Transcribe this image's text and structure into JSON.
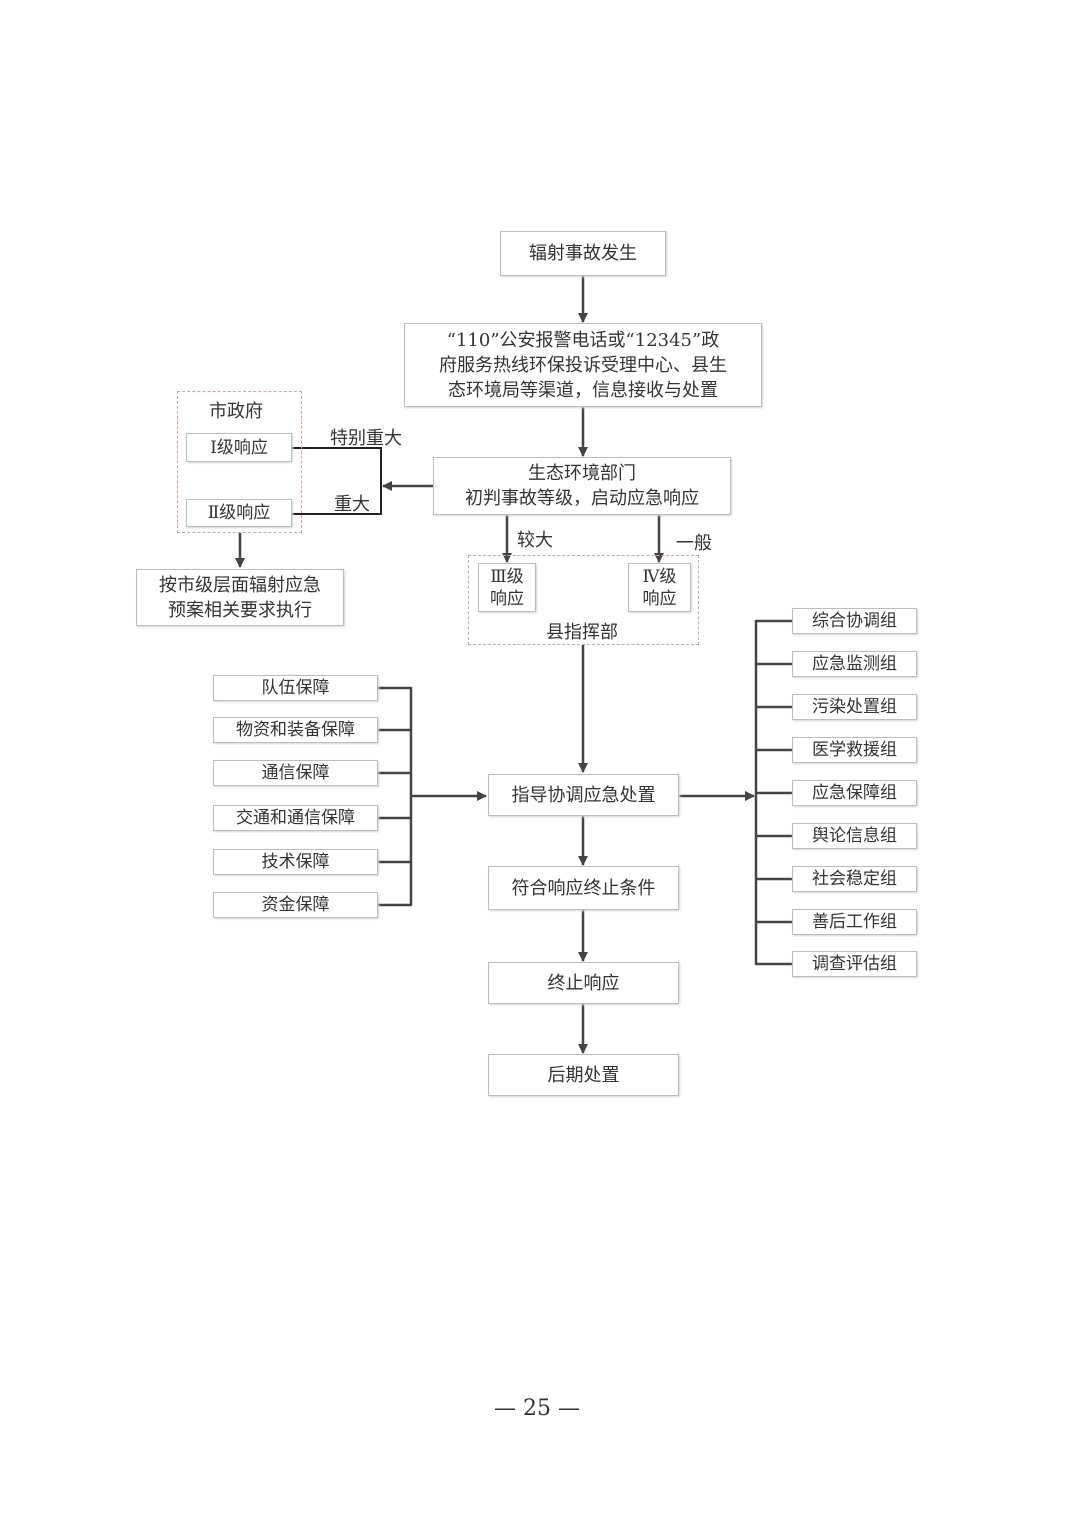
{
  "nodes": {
    "start": "辐射事故发生",
    "report": [
      "“110”公安报警电话或“12345”政",
      "府服务热线环保投诉受理中心、县生",
      "态环境局等渠道，信息接收与处置"
    ],
    "eco_dept": [
      "生态环境部门",
      "初判事故等级，启动应急响应"
    ],
    "city_gov": {
      "title": "市政府",
      "level1": "Ⅰ级响应",
      "level2": "Ⅱ级响应"
    },
    "city_plan": [
      "按市级层面辐射应急",
      "预案相关要求执行"
    ],
    "county": {
      "title": "县指挥部",
      "level3": [
        "Ⅲ级",
        "响应"
      ],
      "level4": [
        "Ⅳ级",
        "响应"
      ]
    },
    "guide": "指导协调应急处置",
    "terminate_cond": "符合响应终止条件",
    "terminate": "终止响应",
    "aftermath": "后期处置"
  },
  "edge_labels": {
    "especially_major": "特别重大",
    "major": "重大",
    "larger": "较大",
    "general": "一般"
  },
  "support": [
    "队伍保障",
    "物资和装备保障",
    "通信保障",
    "交通和通信保障",
    "技术保障",
    "资金保障"
  ],
  "groups": [
    "综合协调组",
    "应急监测组",
    "污染处置组",
    "医学救援组",
    "应急保障组",
    "舆论信息组",
    "社会稳定组",
    "善后工作组",
    "调查评估组"
  ],
  "page_number": "— 25 —"
}
